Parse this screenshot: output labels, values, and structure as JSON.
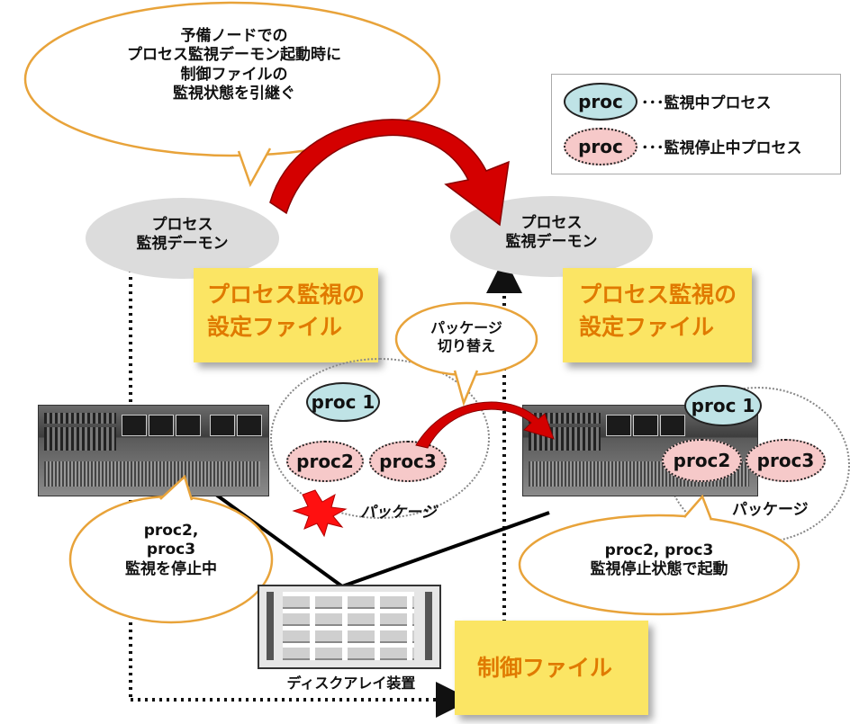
{
  "callouts": {
    "top": "予備ノードでの\nプロセス監視デーモン起動時に\n制御ファイルの\n監視状態を引継ぐ",
    "left_bottom": "proc2,\nproc3\n監視を停止中",
    "right_bottom": "proc2, proc3\n監視停止状態で起動",
    "switch": "パッケージ\n切り替え"
  },
  "legend": {
    "items": [
      {
        "badge": "proc",
        "label": "･･･監視中プロセス",
        "color": "#bfe3e6"
      },
      {
        "badge": "proc",
        "label": "･･･監視停止中プロセス",
        "color": "#f6c9c9"
      }
    ]
  },
  "daemons": {
    "left": "プロセス\n監視デーモン",
    "right": "プロセス\n監視デーモン"
  },
  "notes": {
    "left": "プロセス監視の\n設定ファイル",
    "right": "プロセス監視の\n設定ファイル",
    "control": "制御ファイル"
  },
  "procs": {
    "left": {
      "proc1": "proc 1",
      "proc2": "proc2",
      "proc3": "proc3"
    },
    "right": {
      "proc1": "proc 1",
      "proc2": "proc2",
      "proc3": "proc3"
    }
  },
  "packages": {
    "left": "パッケージ",
    "right": "パッケージ"
  },
  "storage": {
    "label": "ディスクアレイ装置"
  },
  "colors": {
    "monitoring": "#bfe3e6",
    "stopped": "#f6c9c9",
    "note": "#fbe564",
    "arrow": "#e00000",
    "callout_border": "#e8a33a"
  }
}
